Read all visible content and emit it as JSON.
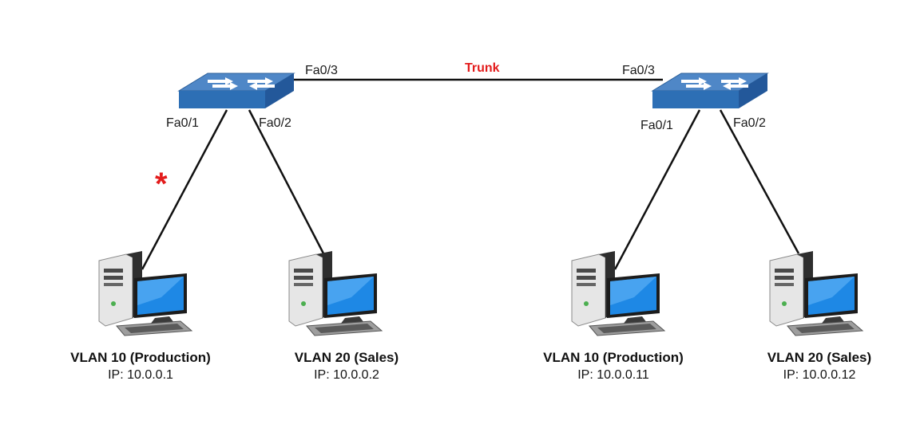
{
  "colors": {
    "link": "#111111",
    "switch_top": "#4f87c7",
    "switch_front": "#2d6fb5",
    "accent_red": "#e31b1b"
  },
  "links": {
    "trunk_label": "Trunk"
  },
  "switches": [
    {
      "id": "switch-left",
      "icon": "switch-icon",
      "ports": {
        "fa03": "Fa0/3",
        "fa01": "Fa0/1",
        "fa02": "Fa0/2"
      }
    },
    {
      "id": "switch-right",
      "icon": "switch-icon",
      "ports": {
        "fa03": "Fa0/3",
        "fa01": "Fa0/1",
        "fa02": "Fa0/2"
      }
    }
  ],
  "hosts": [
    {
      "icon": "computer-icon",
      "vlan": "VLAN 10 (Production)",
      "ip": "IP: 10.0.0.1"
    },
    {
      "icon": "computer-icon",
      "vlan": "VLAN 20 (Sales)",
      "ip": "IP: 10.0.0.2"
    },
    {
      "icon": "computer-icon",
      "vlan": "VLAN 10 (Production)",
      "ip": "IP: 10.0.0.11"
    },
    {
      "icon": "computer-icon",
      "vlan": "VLAN 20 (Sales)",
      "ip": "IP: 10.0.0.12"
    }
  ],
  "marker": {
    "icon": "asterisk-icon",
    "symbol": "*"
  }
}
